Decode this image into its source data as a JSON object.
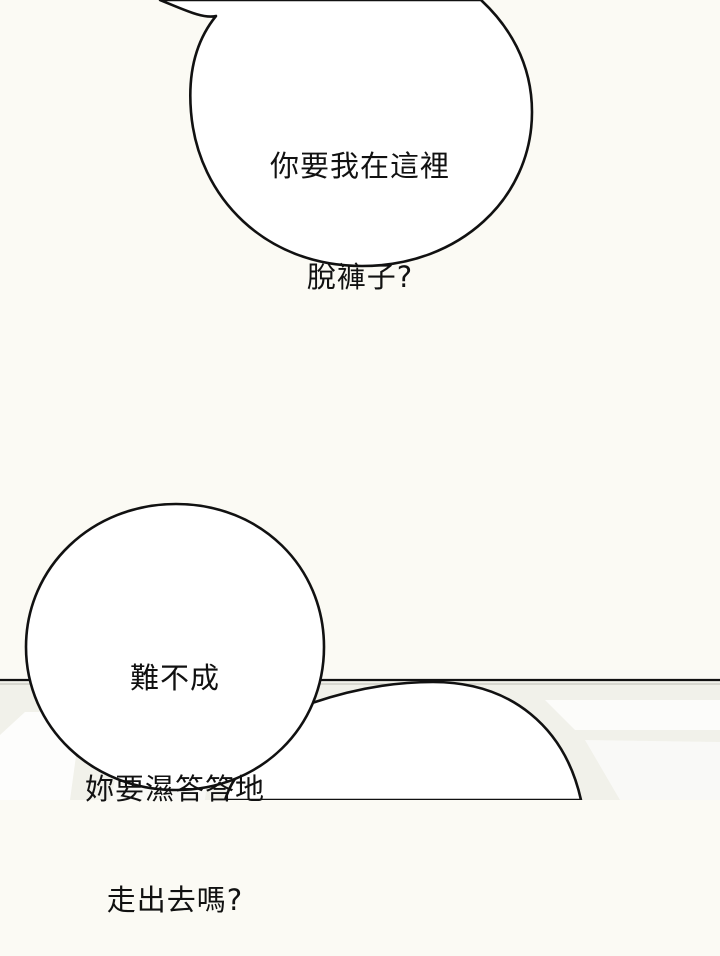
{
  "panel": {
    "background_color": "#fbfaf4",
    "bubble_fill": "#ffffff",
    "bubble_outline": "#111111",
    "floor_color": "#f1f1ea"
  },
  "bubble_top": {
    "lines": [
      "你要我在這裡",
      "脫褲子?"
    ]
  },
  "bubble_bottom": {
    "lines": [
      "難不成",
      "妳要濕答答地",
      "走出去嗎?"
    ]
  }
}
